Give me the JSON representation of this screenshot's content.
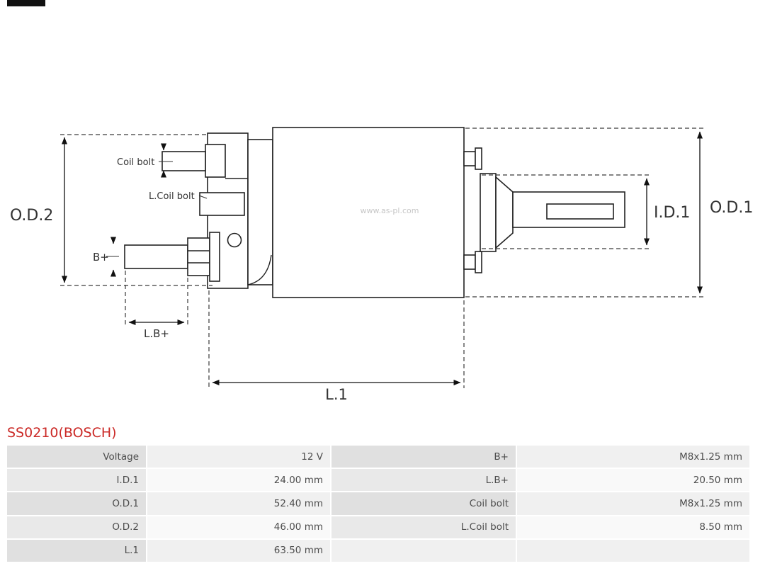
{
  "product": {
    "code": "SS0210(BOSCH)"
  },
  "colors": {
    "title": "#cb2a27"
  },
  "diagram": {
    "labels": {
      "od2": "O.D.2",
      "od1": "O.D.1",
      "id1": "I.D.1",
      "l1": "L.1",
      "lb": "L.B+",
      "b": "B+",
      "coil_bolt": "Coil bolt",
      "l_coil_bolt": "L.Coil bolt"
    },
    "watermark": "www.as-pl.com"
  },
  "table": {
    "rows": [
      [
        "Voltage",
        "12 V",
        "B+",
        "M8x1.25 mm"
      ],
      [
        "I.D.1",
        "24.00 mm",
        "L.B+",
        "20.50 mm"
      ],
      [
        "O.D.1",
        "52.40 mm",
        "Coil bolt",
        "M8x1.25 mm"
      ],
      [
        "O.D.2",
        "46.00 mm",
        "L.Coil bolt",
        "8.50 mm"
      ],
      [
        "L.1",
        "63.50 mm",
        "",
        ""
      ]
    ]
  }
}
